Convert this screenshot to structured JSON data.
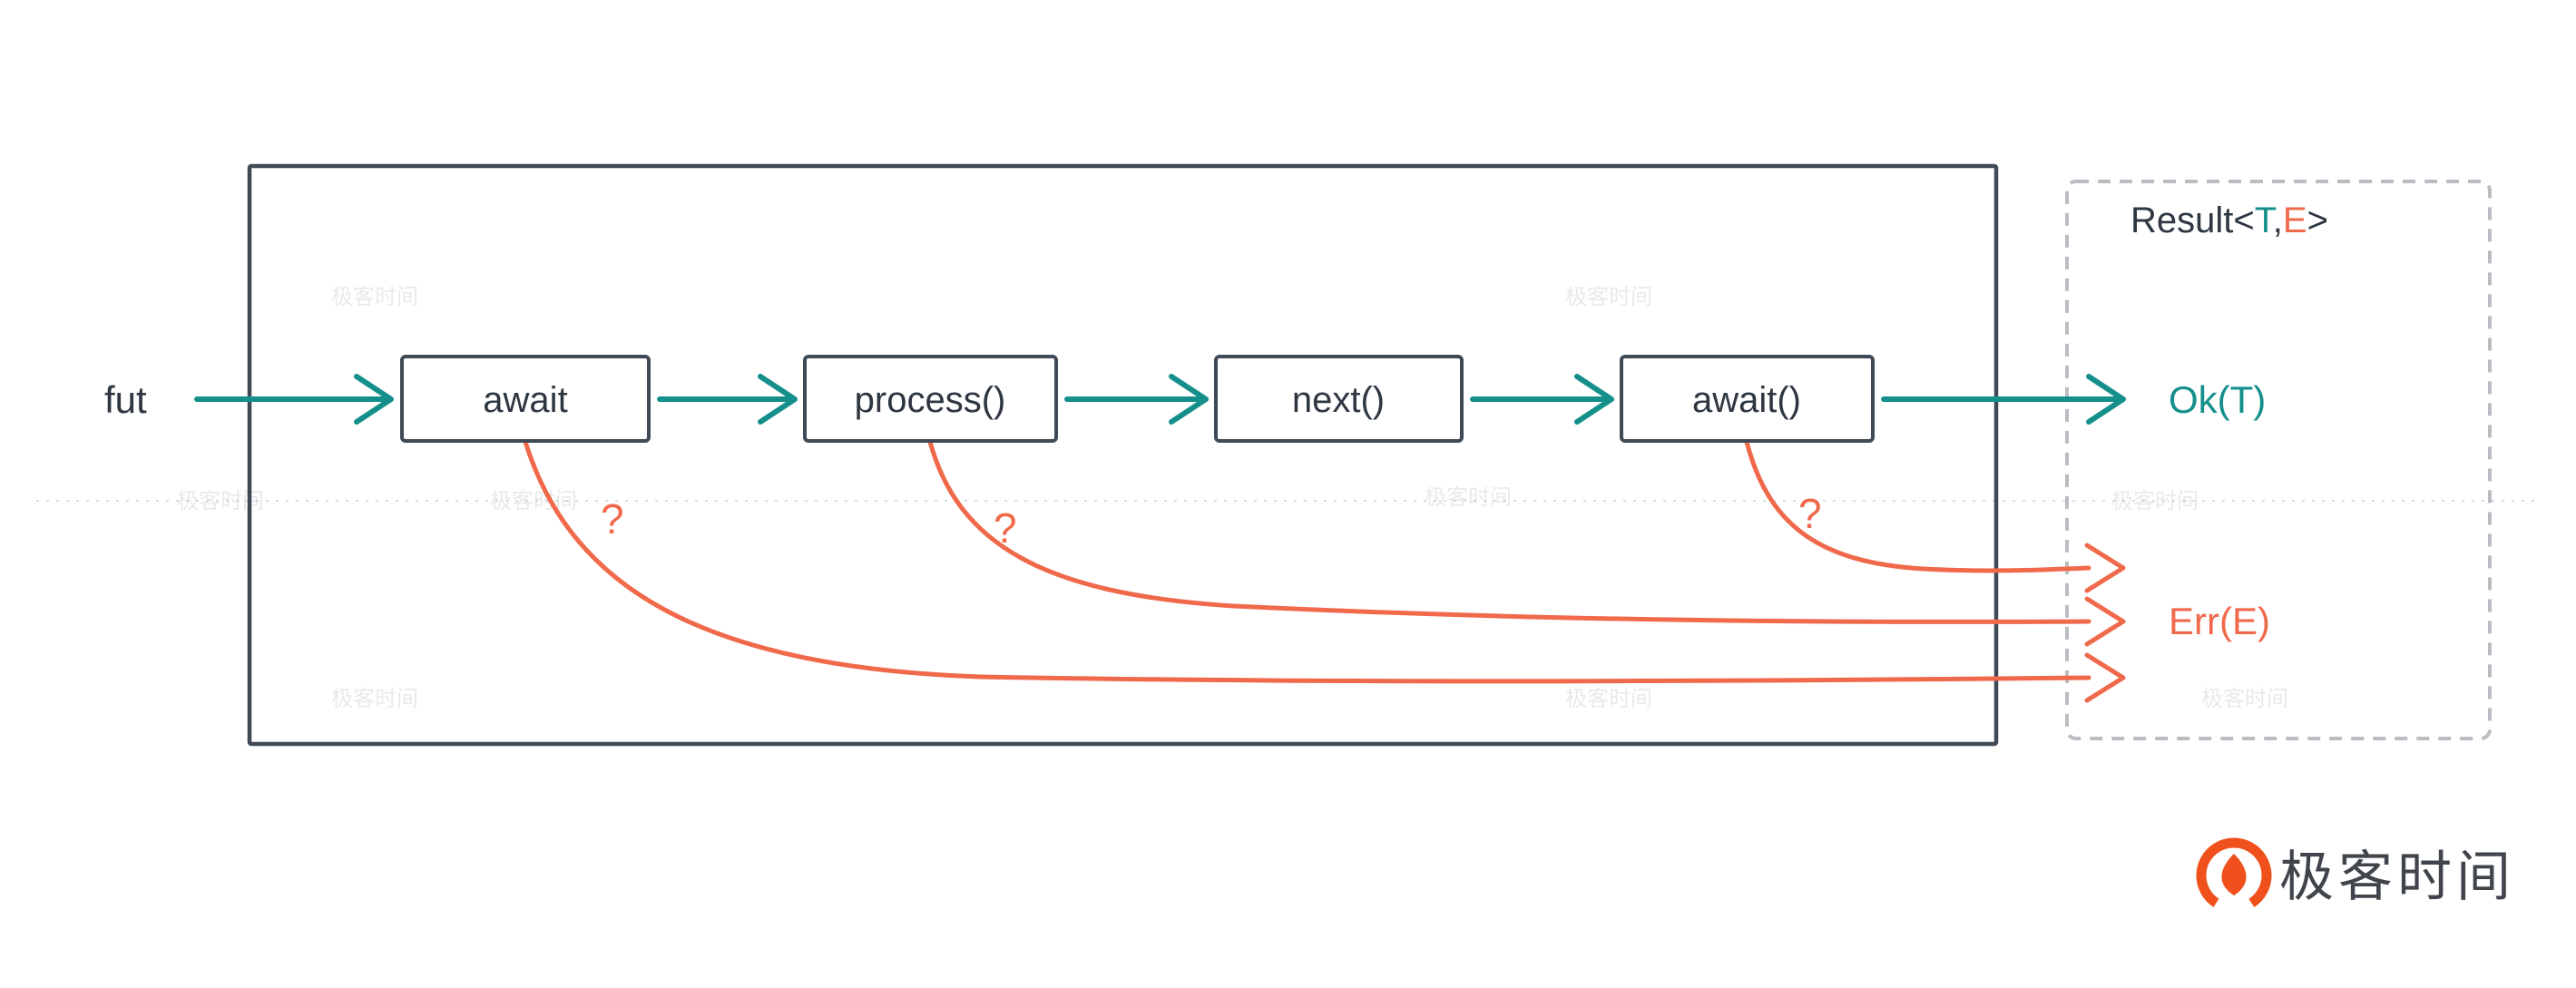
{
  "diagram": {
    "input_label": "fut",
    "nodes": [
      {
        "label": "await"
      },
      {
        "label": "process()"
      },
      {
        "label": "next()"
      },
      {
        "label": "await()"
      }
    ],
    "error_operator": "?",
    "result": {
      "title_prefix": "Result<",
      "type_t": "T",
      "comma": ",",
      "type_e": "E",
      "title_suffix": ">",
      "ok_label": "Ok(T)",
      "err_label": "Err(E)"
    },
    "colors": {
      "teal": "#148f8b",
      "orange": "#f0694b",
      "frame": "#3f4a56",
      "dashed_border": "#b9bdc1",
      "text": "#2e3641",
      "brand_orange": "#f0511c"
    }
  },
  "watermark": {
    "text": "极客时间"
  },
  "brand": {
    "name": "极客时间"
  }
}
